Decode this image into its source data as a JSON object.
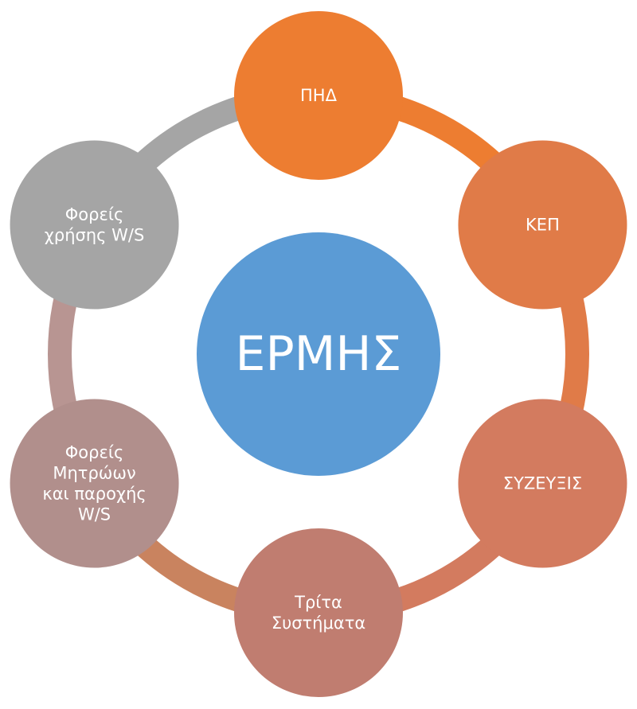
{
  "diagram": {
    "center": {
      "label": "ΕΡΜΗΣ",
      "color": "#5b9bd5"
    },
    "nodes": [
      {
        "id": "pid",
        "lines": [
          "ΠΗΔ"
        ],
        "color": "#ed7d31"
      },
      {
        "id": "kep",
        "lines": [
          "ΚΕΠ"
        ],
        "color": "#e07b48"
      },
      {
        "id": "syzefxis",
        "lines": [
          "ΣΥΖΕΥΞΙΣ"
        ],
        "color": "#d37b5f"
      },
      {
        "id": "trita",
        "lines": [
          "Τρίτα",
          "Συστήματα"
        ],
        "color": "#c07d70"
      },
      {
        "id": "foreis-mitroon",
        "lines": [
          "Φορείς",
          "Μητρώων",
          "και παροχής",
          "W/S"
        ],
        "color": "#b18f8c"
      },
      {
        "id": "foreis-xrisis",
        "lines": [
          "Φορείς",
          "χρήσης W/S"
        ],
        "color": "#a5a5a5"
      }
    ],
    "ring_segment_colors": [
      "#ed7d31",
      "#e07b48",
      "#d37b5f",
      "#c9835f",
      "#b89592",
      "#a5a5a5"
    ]
  }
}
